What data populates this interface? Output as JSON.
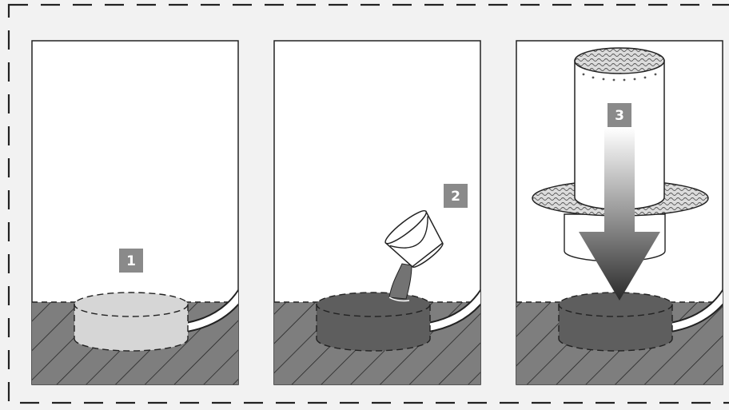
{
  "steps": [
    {
      "number": "1"
    },
    {
      "number": "2"
    },
    {
      "number": "3"
    }
  ],
  "colors": {
    "page_background": "#f2f2f2",
    "panel_background": "#ffffff",
    "outline": "#222222",
    "ground": "#7e7e7e",
    "pad_empty": "#d6d6d6",
    "pad_filled": "#5e5e5e",
    "badge": "#8a8a8a",
    "badge_text": "#ffffff"
  },
  "icons": {
    "frame": "dashed-border",
    "pour": "bucket-icon",
    "press": "down-arrow-icon"
  }
}
